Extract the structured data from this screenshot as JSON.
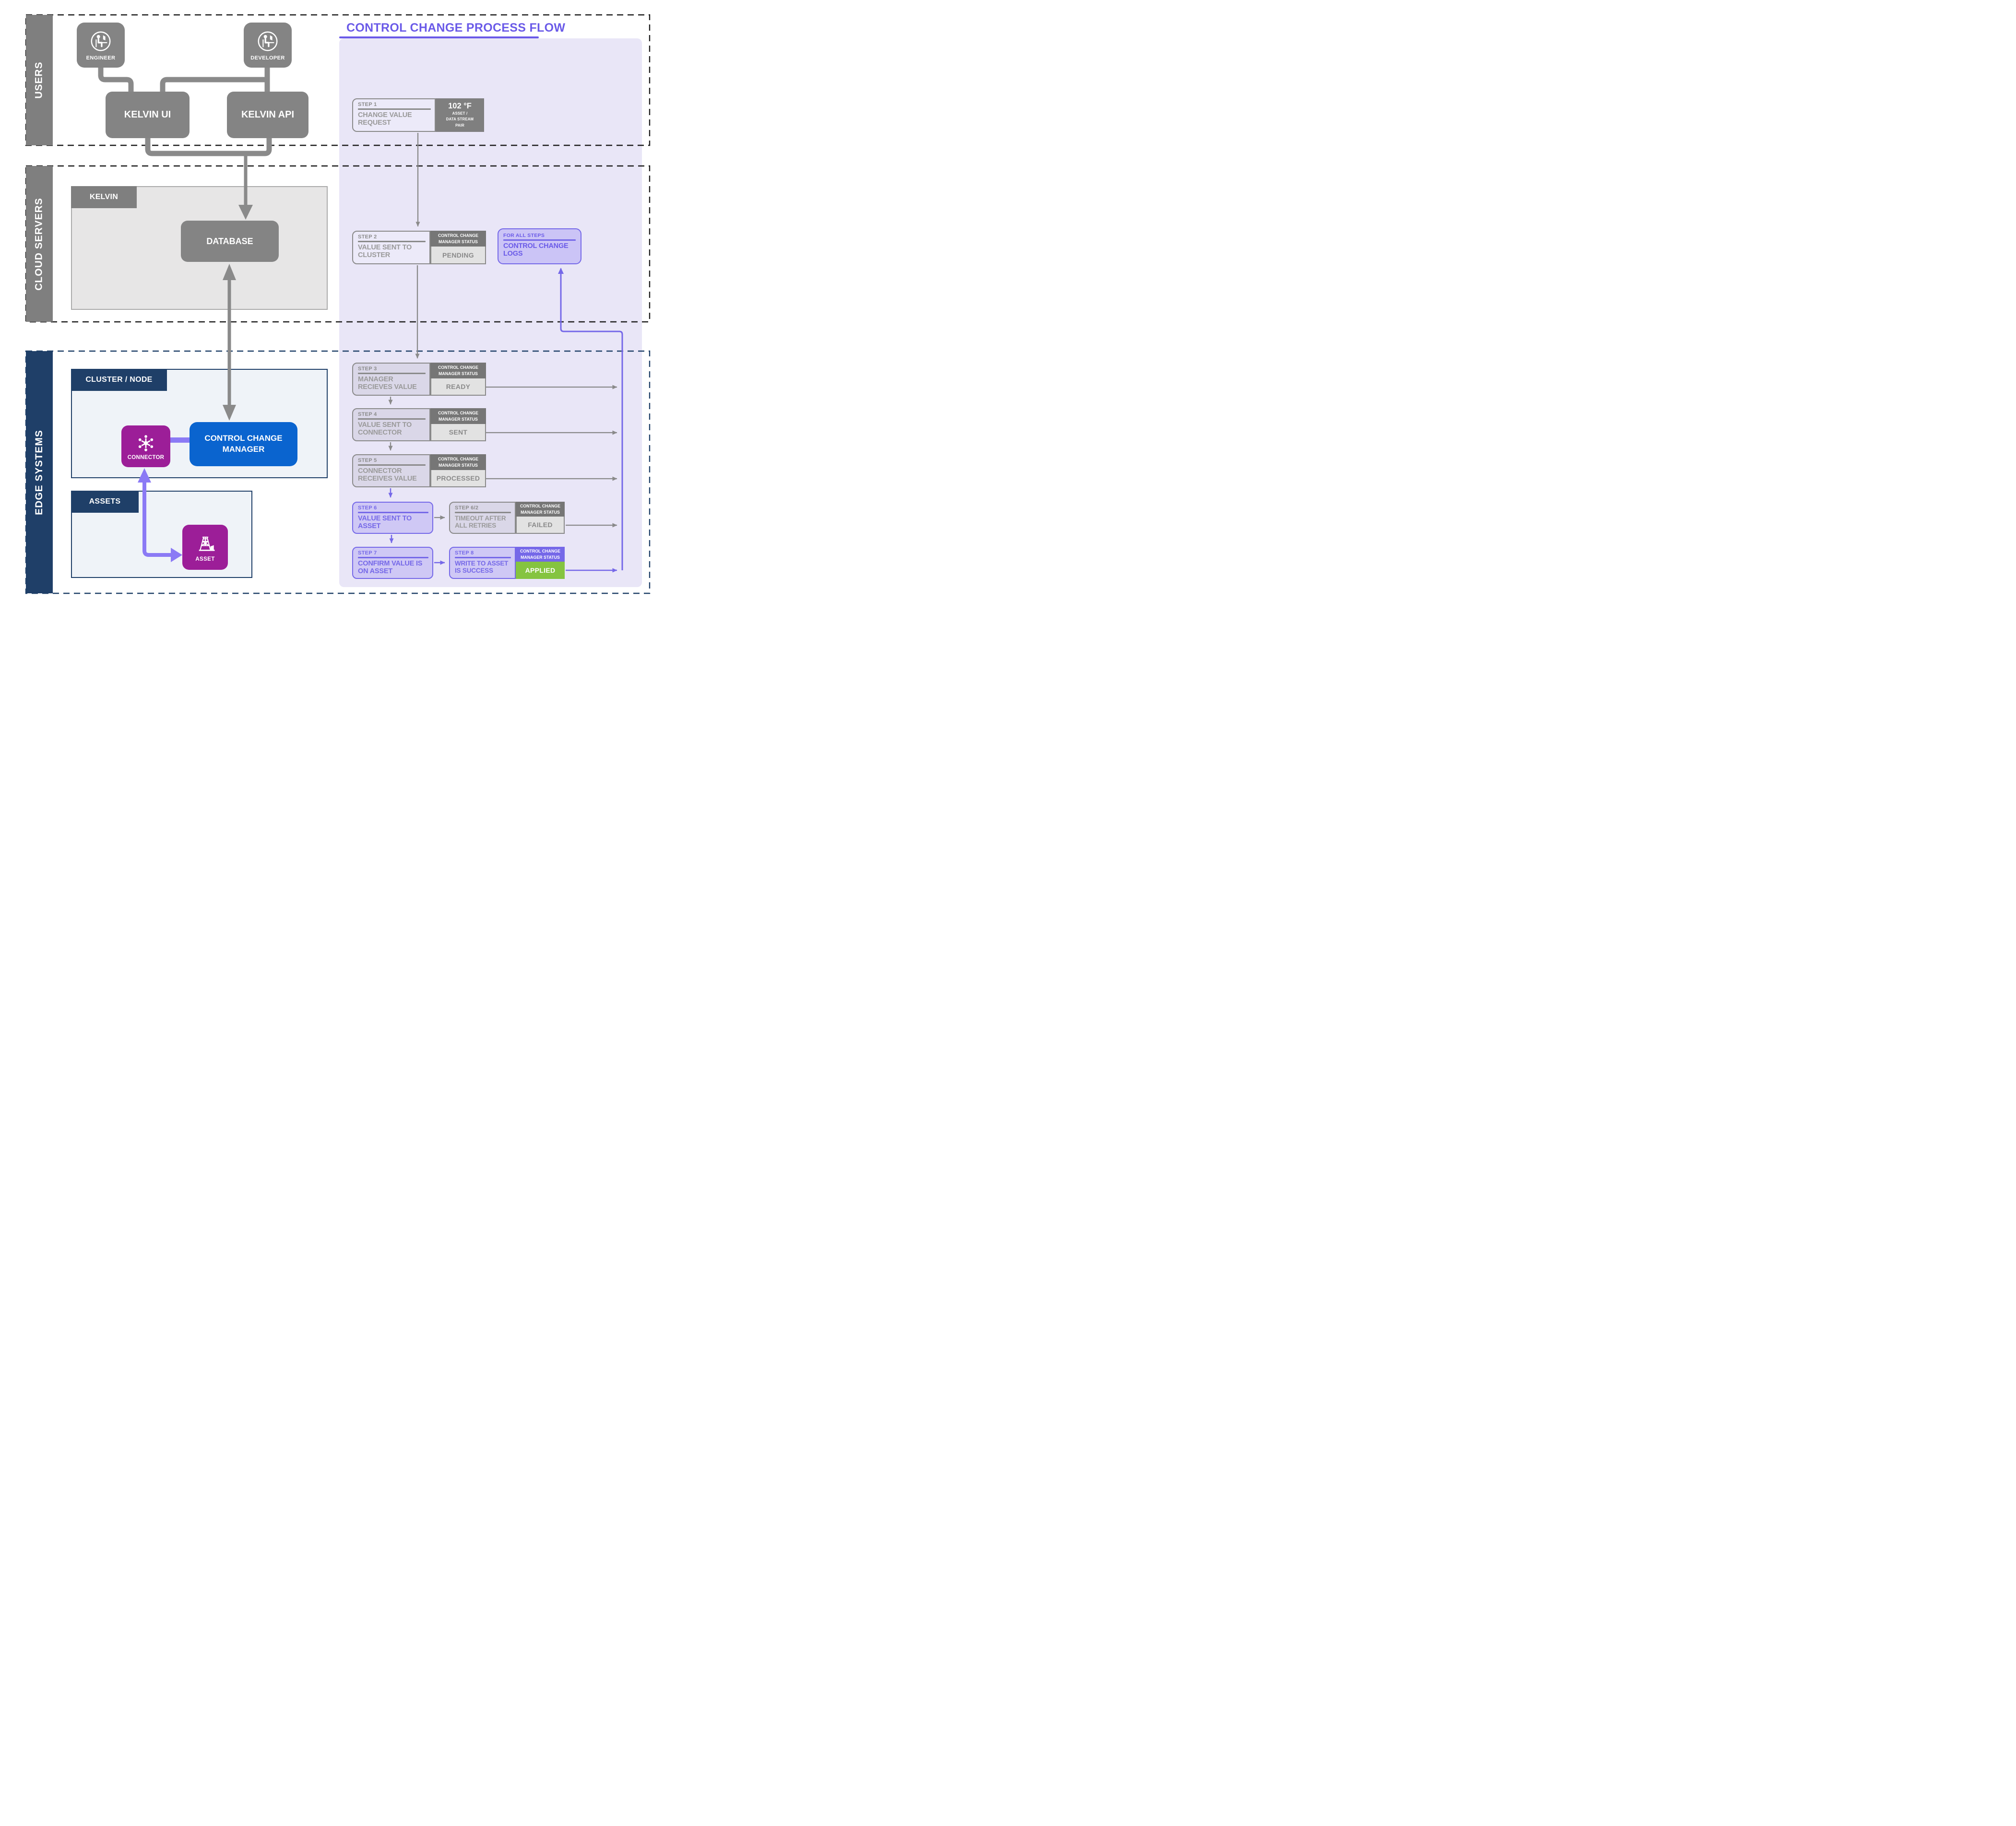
{
  "flow_title": "CONTROL CHANGE PROCESS FLOW",
  "lanes": {
    "users": "USERS",
    "cloud_servers": "CLOUD SERVERS",
    "edge_systems": "EDGE SYSTEMS"
  },
  "users_lane": {
    "engineer": "ENGINEER",
    "developer": "DEVELOPER",
    "kelvin_ui": "KELVIN UI",
    "kelvin_api": "KELVIN API"
  },
  "cloud_lane": {
    "kelvin": "KELVIN",
    "database": "DATABASE"
  },
  "edge_lane": {
    "cluster_node": "CLUSTER / NODE",
    "connector": "CONNECTOR",
    "control_change_manager": "CONTROL CHANGE MANAGER",
    "assets": "ASSETS",
    "asset": "ASSET"
  },
  "process": {
    "status_header": "CONTROL CHANGE MANAGER STATUS",
    "logs": {
      "label": "FOR ALL STEPS",
      "title": "CONTROL CHANGE LOGS"
    },
    "steps": {
      "s1": {
        "label": "STEP 1",
        "title": "CHANGE VALUE REQUEST",
        "value": "102 °F",
        "value_sub": [
          "ASSET /",
          "DATA STREAM",
          "PAIR"
        ]
      },
      "s2": {
        "label": "STEP 2",
        "title": "VALUE SENT TO CLUSTER",
        "status": "PENDING"
      },
      "s3": {
        "label": "STEP 3",
        "title": "MANAGER RECIEVES VALUE",
        "status": "READY"
      },
      "s4": {
        "label": "STEP 4",
        "title": "VALUE SENT TO CONNECTOR",
        "status": "SENT"
      },
      "s5": {
        "label": "STEP 5",
        "title": "CONNECTOR RECEIVES VALUE",
        "status": "PROCESSED"
      },
      "s6": {
        "label": "STEP 6",
        "title": "VALUE SENT TO ASSET"
      },
      "s6_2": {
        "label": "STEP 6/2",
        "title": "TIMEOUT AFTER ALL RETRIES",
        "status": "FAILED"
      },
      "s7": {
        "label": "STEP 7",
        "title": "CONFIRM VALUE IS ON ASSET"
      },
      "s8": {
        "label": "STEP 8",
        "title": "WRITE TO ASSET IS SUCCESS",
        "status": "APPLIED"
      }
    }
  },
  "colors": {
    "purple_accent": "#6A5AE8",
    "purple_mid": "#7568E8",
    "purple_arrow": "#8B7AF5",
    "purple_fill": "#CFC8F5",
    "panel_lavender": "#E9E6F7",
    "gray_box": "#7F7F7F",
    "gray_line": "#8A8A8A",
    "status_header_gray": "#767676",
    "status_body_gray": "#E2E2E2",
    "magenta": "#9C1E98",
    "blue_manager": "#0A64CF",
    "navy": "#1F3F68",
    "green_applied": "#85C440",
    "kelvin_panel_gray": "#E7E6E6",
    "edge_panel_blue": "#EFF3F8"
  }
}
